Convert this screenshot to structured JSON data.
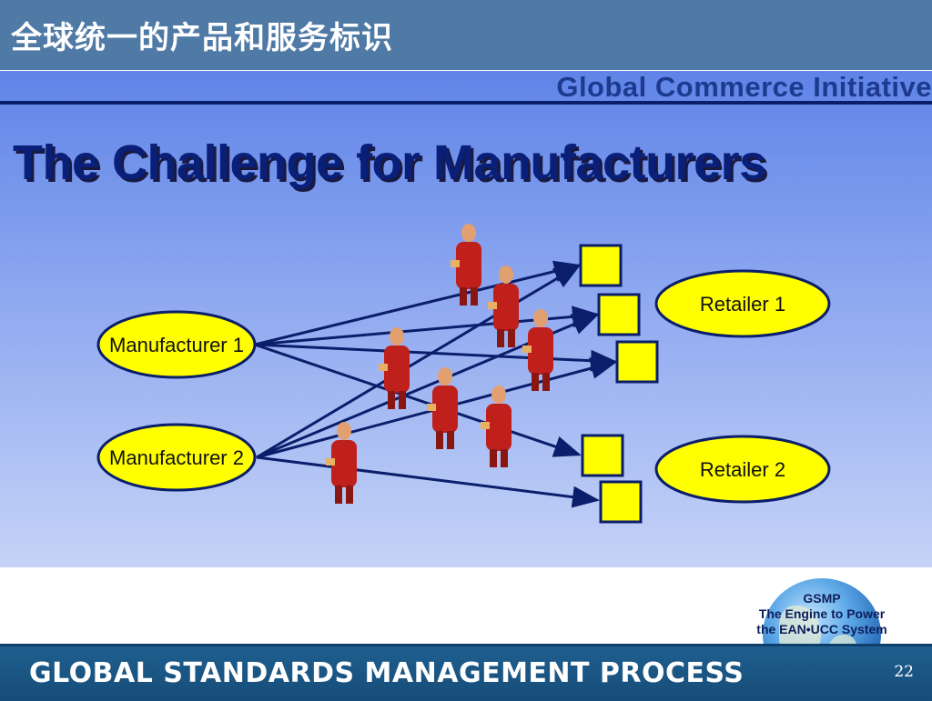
{
  "slide": {
    "title": "全球统一的产品和服务标识",
    "footer": "GLOBAL STANDARDS MANAGEMENT PROCESS",
    "page_number": "22"
  },
  "image": {
    "banner": "Global Commerce Initiative",
    "heading": "The Challenge for Manufacturers",
    "manufacturers": [
      "Manufacturer 1",
      "Manufacturer 2"
    ],
    "retailers": [
      "Retailer 1",
      "Retailer 2"
    ]
  },
  "logo": {
    "line1": "GSMP",
    "line2": "The Engine to Power",
    "line3": "the EAN•UCC System"
  },
  "colors": {
    "title_bar": "#4f7aa6",
    "ellipse_fill": "#ffff00",
    "box_fill": "#ffff00",
    "arrow": "#0b1e6b",
    "figure": "#c0201c",
    "footer": "#164c78"
  }
}
